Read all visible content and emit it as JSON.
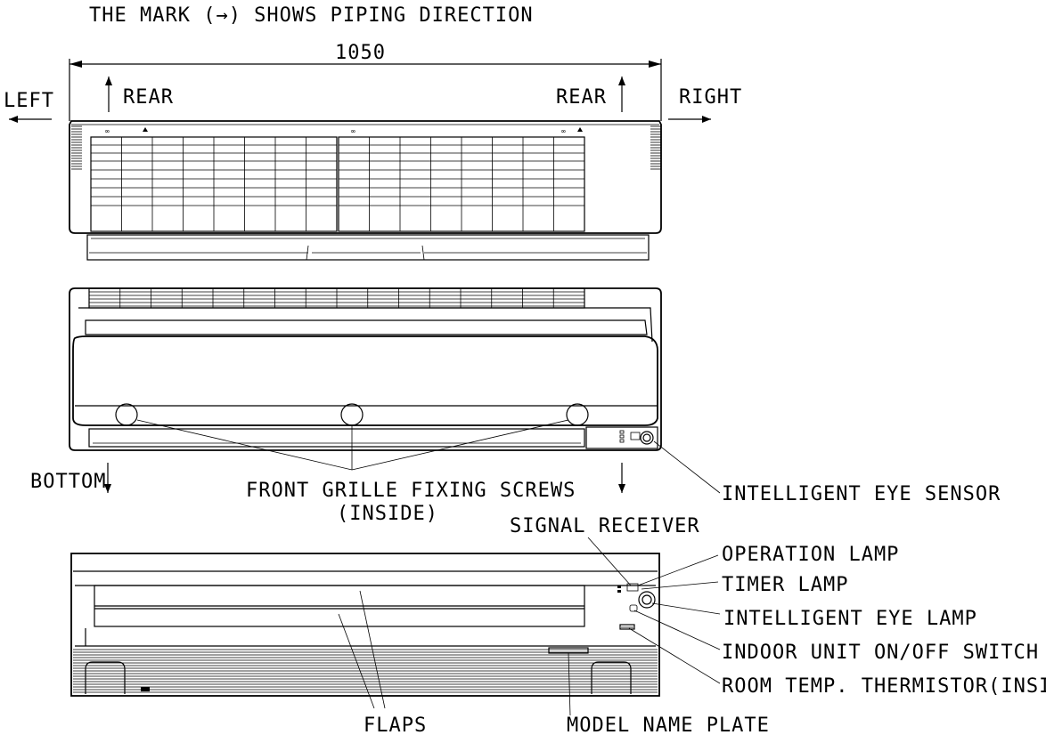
{
  "heading": "THE MARK (→) SHOWS PIPING DIRECTION",
  "dimension": "1050",
  "top_view": {
    "left": "LEFT",
    "right": "RIGHT",
    "rear_left": "REAR",
    "rear_right": "REAR"
  },
  "bottom_view": {
    "bottom": "BOTTOM",
    "screws_line1": "FRONT GRILLE FIXING SCREWS",
    "screws_line2": "(INSIDE)",
    "eye_sensor": "INTELLIGENT EYE SENSOR"
  },
  "front_view": {
    "signal_receiver": "SIGNAL RECEIVER",
    "operation_lamp": "OPERATION LAMP",
    "timer_lamp": "TIMER LAMP",
    "eye_lamp": "INTELLIGENT EYE LAMP",
    "onoff_switch": "INDOOR UNIT ON/OFF SWITCH",
    "thermistor": "ROOM TEMP.  THERMISTOR(INSIDE)",
    "flaps": "FLAPS",
    "name_plate": "MODEL NAME PLATE"
  }
}
